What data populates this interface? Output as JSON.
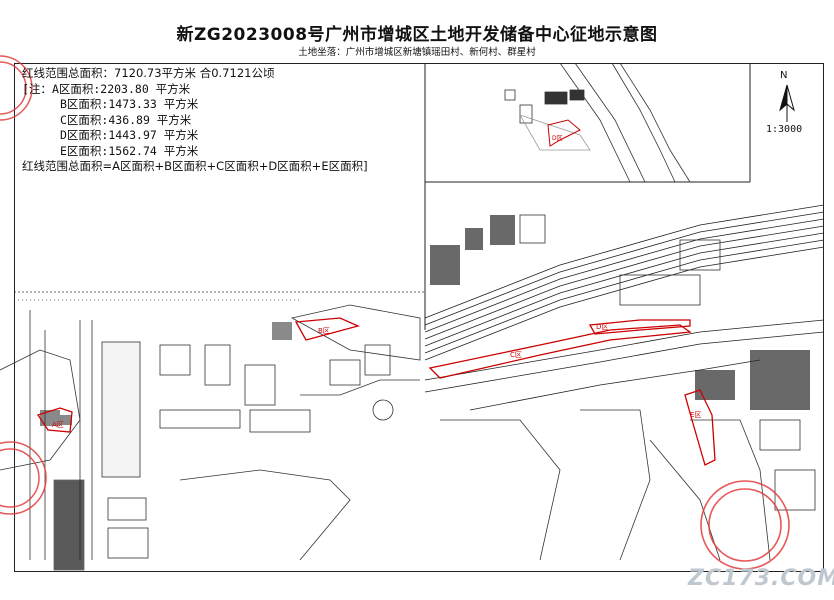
{
  "title": "新ZG2023008号广州市增城区土地开发储备中心征地示意图",
  "subtitle": "土地坐落：广州市增城区新塘镇瑶田村、新何村、群星村",
  "legend": {
    "total": "红线范围总面积：7120.73平方米 合0.7121公顷",
    "note_prefix": "[注：",
    "areas": [
      "A区面积:2203.80 平方米",
      "B区面积:1473.33 平方米",
      "C区面积:436.89 平方米",
      "D区面积:1443.97 平方米",
      "E区面积:1562.74 平方米"
    ],
    "formula": "红线范围总面积=A区面积+B区面积+C区面积+D区面积+E区面积]"
  },
  "north_label": "N",
  "scale_label": "1:3000",
  "zone_labels": {
    "a": "A区",
    "b": "B区",
    "c": "C区",
    "d": "D区",
    "e": "E区"
  },
  "watermark": "ZC173.COM",
  "colors": {
    "boundary": "#cc0000",
    "stamp": "#e23b3b",
    "linework": "#333333",
    "watermark": "#bfc7cf"
  }
}
